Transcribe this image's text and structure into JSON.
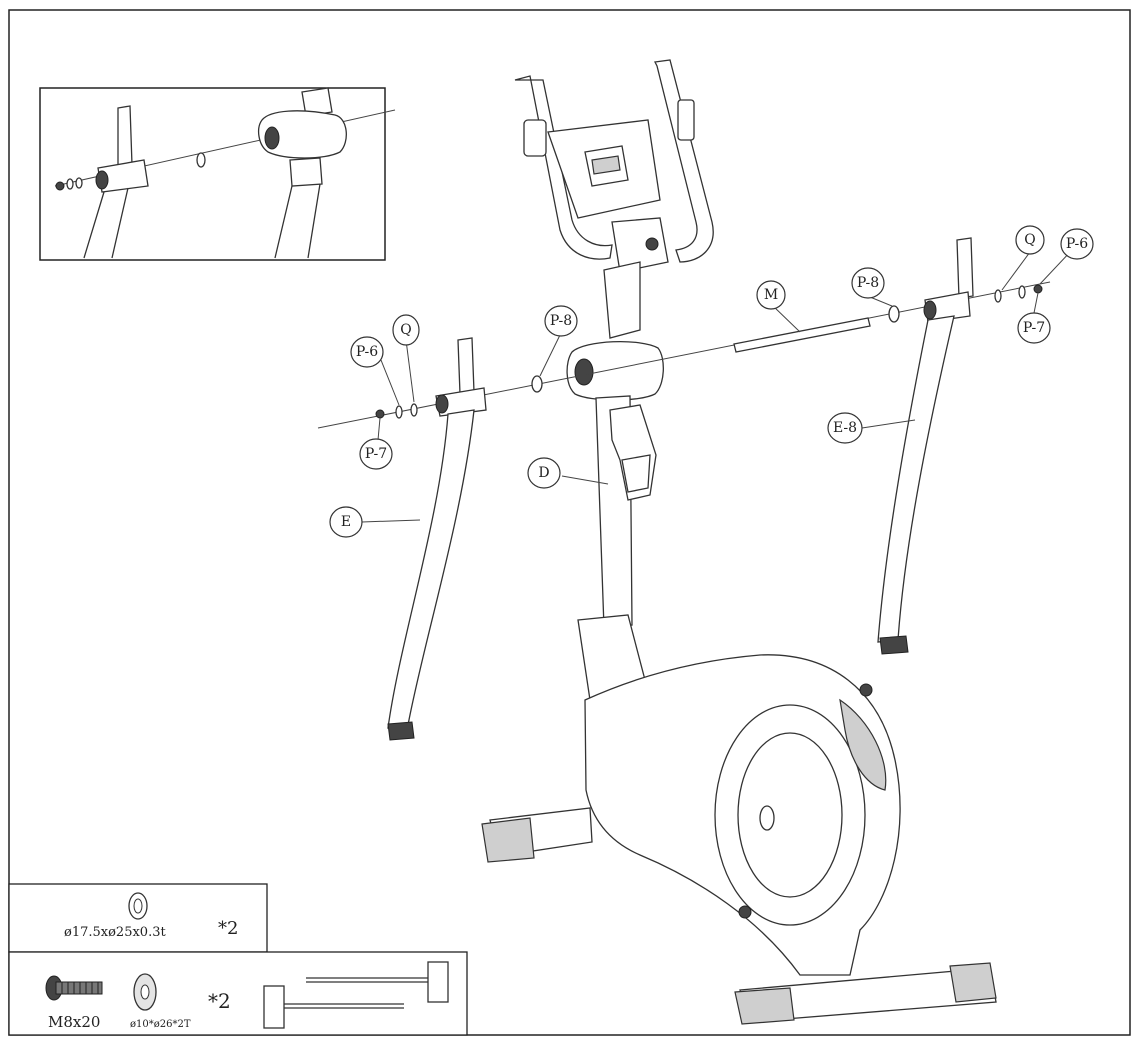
{
  "labels": {
    "p6_left": "P-6",
    "q_left": "Q",
    "p7_left": "P-7",
    "p8_center": "P-8",
    "m_axle": "M",
    "p8_right": "P-8",
    "q_right": "Q",
    "p6_right": "P-6",
    "p7_right": "P-7",
    "e_left": "E",
    "e8_right": "E-8",
    "d_post": "D"
  },
  "hardware": {
    "washer_spec": "ø17.5xø25x0.3t",
    "washer_qty": "*2",
    "bolt_spec": "M8x20",
    "flat_washer_spec": "ø10*ø26*2T",
    "bolt_qty": "*2"
  }
}
